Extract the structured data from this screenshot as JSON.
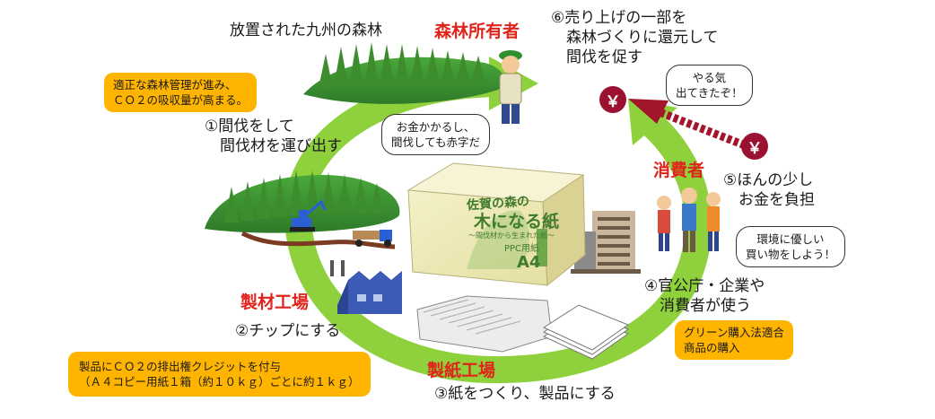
{
  "labels": {
    "forest_caption": "放置された九州の森林",
    "forest_owner": "森林所有者",
    "consumer": "消費者",
    "sawmill": "製材工場",
    "paper_mill": "製紙工場"
  },
  "steps": {
    "s1": "①間伐をして\n　間伐材を運び出す",
    "s2": "②チップにする",
    "s3": "③紙をつくり、製品にする",
    "s4": "④官公庁・企業や\n　消費者が使う",
    "s5": "⑤ほんの少し\n　お金を負担",
    "s6": "⑥売り上げの一部を\n　森林づくりに還元して\n　間伐を促す"
  },
  "callouts": {
    "forest_mgmt": "適正な森林管理が進み、\nＣＯ２の吸収量が高まる。",
    "green_purchase": "グリーン購入法適合\n商品の購入",
    "co2_credit": "製品にＣＯ２の排出権クレジットを付与\n（Ａ４コピー用紙１箱（約１０ｋｇ）ごとに約１ｋｇ）"
  },
  "bubbles": {
    "owner_worry": "お金かかるし、\n間伐しても赤字だ",
    "owner_motivated": "やる気\n出てきたぞ！",
    "consumer_eco": "環境に優しい\n買い物をしよう！"
  },
  "box": {
    "brand_prefix": "佐賀の森の",
    "brand_main": "木になる紙",
    "subtitle": "〜間伐材から生まれた紙〜",
    "product_type": "PPC用紙",
    "size": "A4"
  },
  "currency_symbol": "￥",
  "colors": {
    "arrow_green": "#8ed13c",
    "callout_orange": "#ffb400",
    "heading_red": "#e0231b",
    "money_arrow": "#a3152a",
    "yen_coin": "#9b1230"
  }
}
